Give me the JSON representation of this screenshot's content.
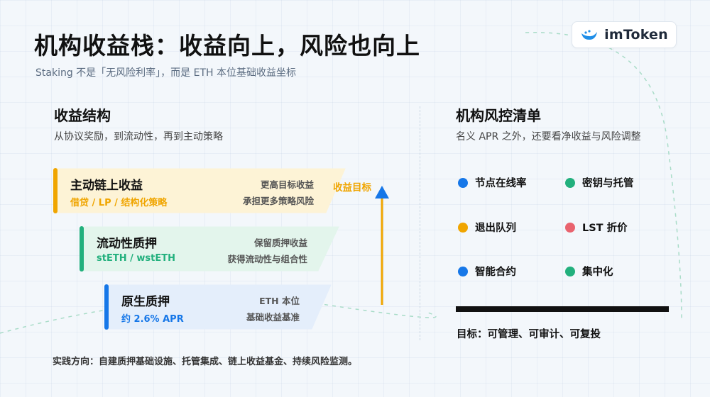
{
  "header": {
    "title": "机构收益栈：收益向上，风险也向上",
    "subtitle": "Staking 不是「无风险利率」，而是 ETH 本位基础收益坐标",
    "logo_text": "imToken"
  },
  "left": {
    "title": "收益结构",
    "subtitle": "从协议奖励，到流动性，再到主动策略",
    "target_label": "收益目标",
    "tiers": [
      {
        "name": "主动链上收益",
        "tag": "借贷 / LP / 结构化策略",
        "note1": "更高目标收益",
        "note2": "承担更多策略风险",
        "color": "#f0a500",
        "bg": "#fdf3d6"
      },
      {
        "name": "流动性质押",
        "tag": "stETH / wstETH",
        "note1": "保留质押收益",
        "note2": "获得流动性与组合性",
        "color": "#22b07d",
        "bg": "#e3f5ec"
      },
      {
        "name": "原生质押",
        "tag": "约 2.6% APR",
        "note1": "ETH 本位",
        "note2": "基础收益基准",
        "color": "#1677e8",
        "bg": "#e4eefb"
      }
    ]
  },
  "right": {
    "title": "机构风控清单",
    "subtitle": "名义 APR 之外，还要看净收益与风险调整",
    "items": [
      {
        "label": "节点在线率",
        "color": "#1677e8"
      },
      {
        "label": "密钥与托管",
        "color": "#22b07d"
      },
      {
        "label": "退出队列",
        "color": "#f0a500"
      },
      {
        "label": "LST 折价",
        "color": "#e9636e"
      },
      {
        "label": "智能合约",
        "color": "#1677e8"
      },
      {
        "label": "集中化",
        "color": "#22b07d"
      }
    ],
    "goal": "目标：可管理、可审计、可复投"
  },
  "footer": "实践方向：自建质押基础设施、托管集成、链上收益基金、持续风险监测。"
}
